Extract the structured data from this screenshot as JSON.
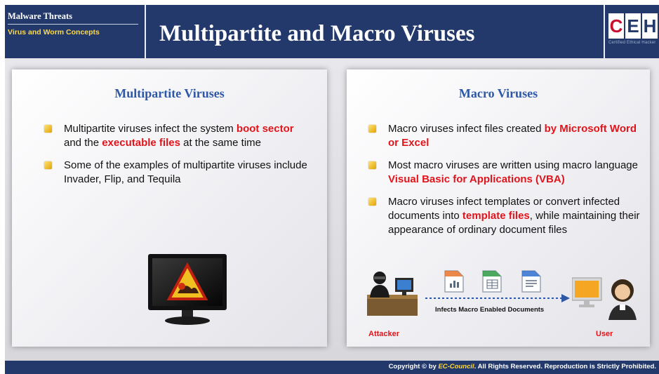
{
  "header": {
    "section": "Malware Threats",
    "subsection": "Virus and Worm Concepts",
    "title": "Multipartite and Macro Viruses",
    "logo": {
      "letters": [
        "C",
        "E",
        "H"
      ],
      "tagline": "Certified  Ethical  Hacker"
    }
  },
  "left_panel": {
    "title": "Multipartite Viruses",
    "bullets": [
      [
        {
          "text": "Multipartite viruses infect the system ",
          "hl": false
        },
        {
          "text": "boot sector",
          "hl": true
        },
        {
          "text": " and the ",
          "hl": false
        },
        {
          "text": "executable files",
          "hl": true
        },
        {
          "text": " at the same time",
          "hl": false
        }
      ],
      [
        {
          "text": "Some of the examples of multipartite viruses include Invader, Flip, and Tequila",
          "hl": false
        }
      ]
    ],
    "image_icon": "infected-monitor-icon"
  },
  "right_panel": {
    "title": "Macro Viruses",
    "bullets": [
      [
        {
          "text": "Macro viruses infect files created ",
          "hl": false
        },
        {
          "text": "by Microsoft Word or Excel",
          "hl": true
        }
      ],
      [
        {
          "text": "Most macro viruses are written using macro language ",
          "hl": false
        },
        {
          "text": "Visual Basic for Applications (VBA)",
          "hl": true
        }
      ],
      [
        {
          "text": "Macro viruses infect templates or convert infected documents into ",
          "hl": false
        },
        {
          "text": "template files",
          "hl": true
        },
        {
          "text": ", while maintaining their appearance of ordinary document files",
          "hl": false
        }
      ]
    ],
    "diagram": {
      "attacker_label": "Attacker",
      "user_label": "User",
      "arrow_label": "Infects Macro Enabled Documents",
      "doc_icons": [
        "orange-chart-document-icon",
        "green-spreadsheet-document-icon",
        "blue-text-document-icon"
      ]
    }
  },
  "footer": {
    "prefix": "Copyright © by ",
    "brand": "EC-Council",
    "suffix": ". All Rights Reserved. Reproduction is Strictly Prohibited."
  },
  "colors": {
    "header_bg": "#23396b",
    "panel_title": "#2e58a6",
    "highlight": "#e2141b",
    "subsection": "#ffd940"
  }
}
